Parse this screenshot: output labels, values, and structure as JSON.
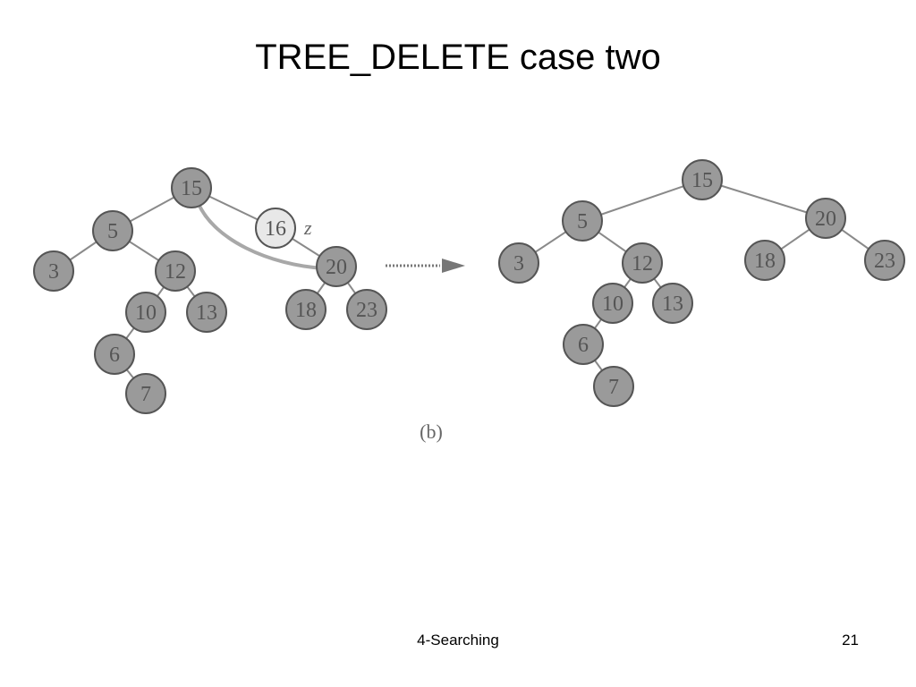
{
  "slide": {
    "title": "TREE_DELETE case two",
    "footer": "4-Searching",
    "page_number": "21"
  },
  "diagram": {
    "caption": "(b)",
    "z_label": "z",
    "colors": {
      "node_fill": "#9a9a9a",
      "node_stroke": "#555555",
      "highlight_fill": "#e8e8e8",
      "edge": "#8a8a8a",
      "splice_curve": "#a8a8a8",
      "arrow": "#777777"
    },
    "before": {
      "nodes": [
        {
          "id": "b15",
          "label": "15"
        },
        {
          "id": "b5",
          "label": "5"
        },
        {
          "id": "b16",
          "label": "16",
          "highlight": true
        },
        {
          "id": "b3",
          "label": "3"
        },
        {
          "id": "b12",
          "label": "12"
        },
        {
          "id": "b20",
          "label": "20"
        },
        {
          "id": "b10",
          "label": "10"
        },
        {
          "id": "b13",
          "label": "13"
        },
        {
          "id": "b18",
          "label": "18"
        },
        {
          "id": "b23",
          "label": "23"
        },
        {
          "id": "b6",
          "label": "6"
        },
        {
          "id": "b7",
          "label": "7"
        }
      ],
      "edges": [
        [
          "b15",
          "b5"
        ],
        [
          "b15",
          "b16"
        ],
        [
          "b16",
          "b20"
        ],
        [
          "b5",
          "b3"
        ],
        [
          "b5",
          "b12"
        ],
        [
          "b12",
          "b10"
        ],
        [
          "b12",
          "b13"
        ],
        [
          "b10",
          "b6"
        ],
        [
          "b6",
          "b7"
        ],
        [
          "b20",
          "b18"
        ],
        [
          "b20",
          "b23"
        ]
      ]
    },
    "after": {
      "nodes": [
        {
          "id": "a15",
          "label": "15"
        },
        {
          "id": "a5",
          "label": "5"
        },
        {
          "id": "a20",
          "label": "20"
        },
        {
          "id": "a3",
          "label": "3"
        },
        {
          "id": "a12",
          "label": "12"
        },
        {
          "id": "a18",
          "label": "18"
        },
        {
          "id": "a23",
          "label": "23"
        },
        {
          "id": "a10",
          "label": "10"
        },
        {
          "id": "a13",
          "label": "13"
        },
        {
          "id": "a6",
          "label": "6"
        },
        {
          "id": "a7",
          "label": "7"
        }
      ],
      "edges": [
        [
          "a15",
          "a5"
        ],
        [
          "a15",
          "a20"
        ],
        [
          "a5",
          "a3"
        ],
        [
          "a5",
          "a12"
        ],
        [
          "a12",
          "a10"
        ],
        [
          "a12",
          "a13"
        ],
        [
          "a10",
          "a6"
        ],
        [
          "a6",
          "a7"
        ],
        [
          "a20",
          "a18"
        ],
        [
          "a20",
          "a23"
        ]
      ]
    }
  }
}
